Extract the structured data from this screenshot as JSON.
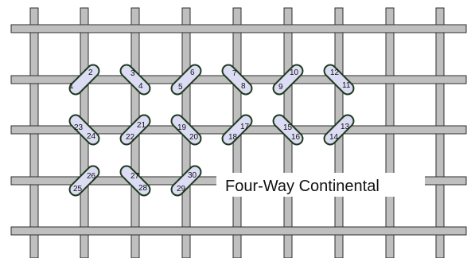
{
  "diagram": {
    "title": "Four-Way Continental",
    "colors": {
      "canvas_fill": "#bfbfbf",
      "canvas_outline": "#2e2e2e",
      "stitch_fill": "#dcdcf4",
      "stitch_outline": "#1e3a1e"
    },
    "stitches": [
      {
        "start": "1",
        "end": "2"
      },
      {
        "start": "3",
        "end": "4"
      },
      {
        "start": "5",
        "end": "6"
      },
      {
        "start": "7",
        "end": "8"
      },
      {
        "start": "9",
        "end": "10"
      },
      {
        "start": "11",
        "end": "12"
      },
      {
        "start": "13",
        "end": "14"
      },
      {
        "start": "15",
        "end": "16"
      },
      {
        "start": "17",
        "end": "18"
      },
      {
        "start": "19",
        "end": "20"
      },
      {
        "start": "21",
        "end": "22"
      },
      {
        "start": "23",
        "end": "24"
      },
      {
        "start": "25",
        "end": "26"
      },
      {
        "start": "27",
        "end": "28"
      },
      {
        "start": "29",
        "end": "30"
      }
    ]
  }
}
